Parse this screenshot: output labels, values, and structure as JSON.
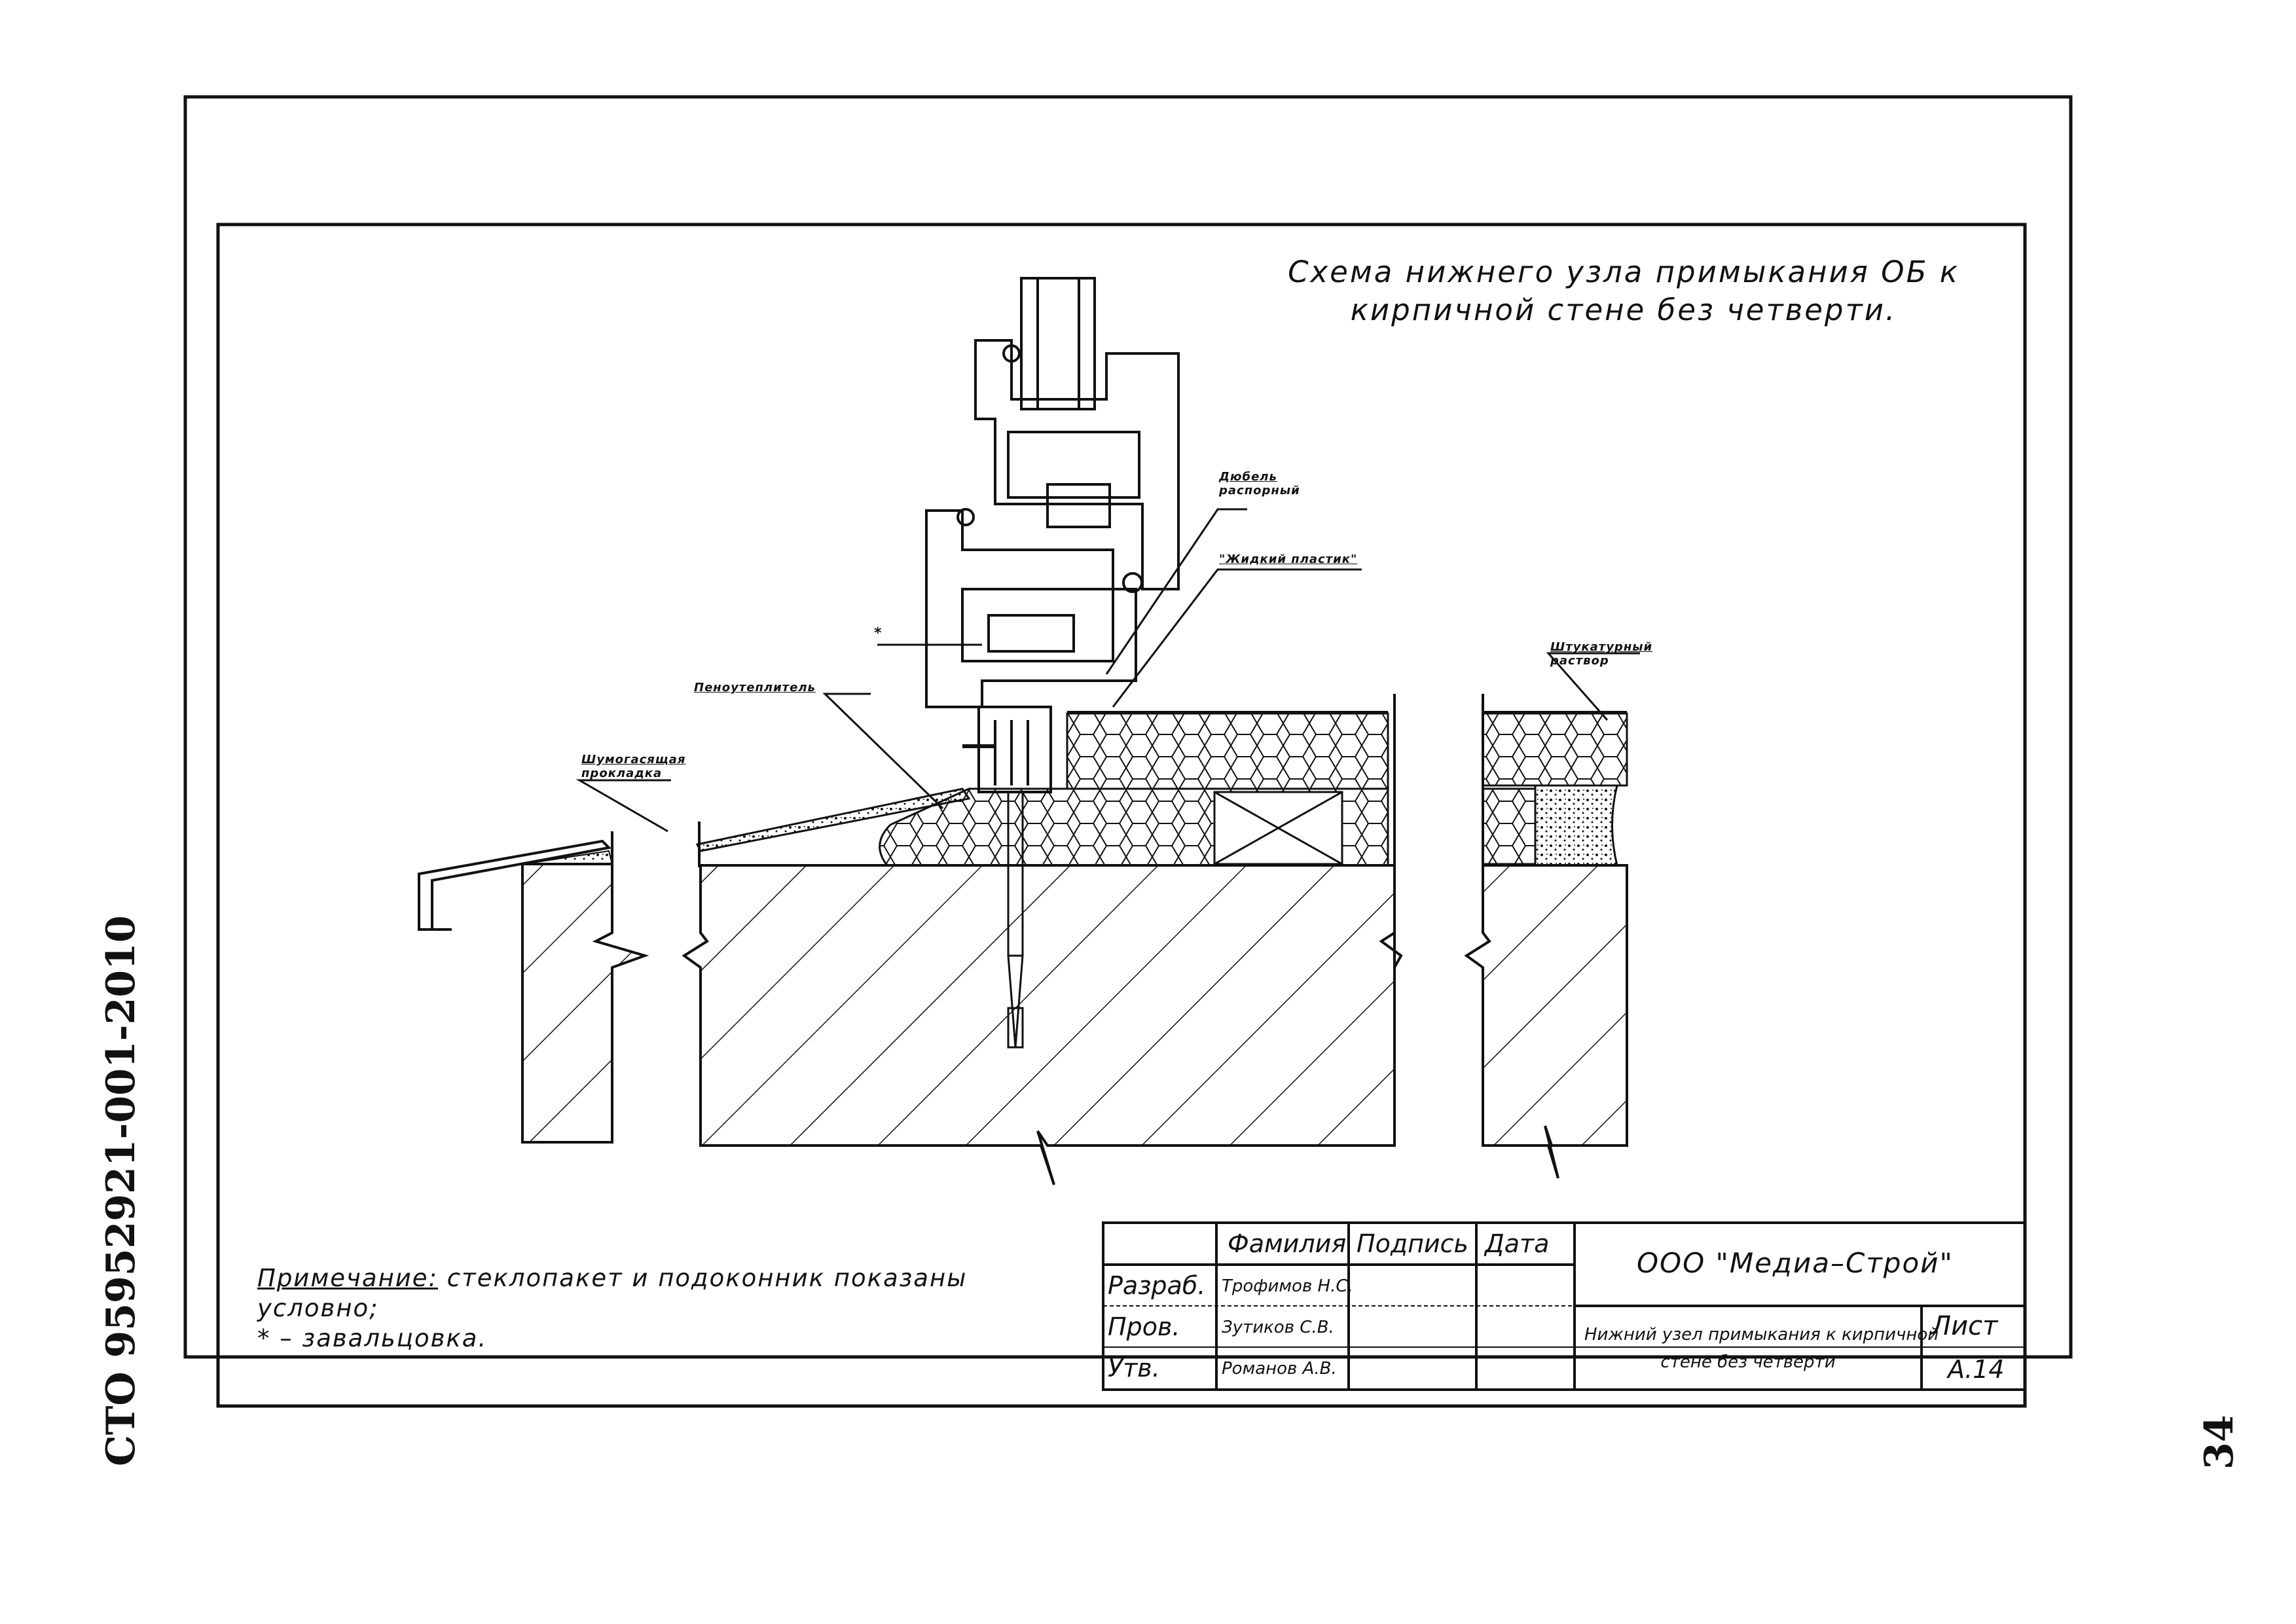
{
  "document": {
    "code": "СТО 95952921-001-2010",
    "page_number": "34",
    "title_line1": "Схема нижнего узла примыкания ОБ к",
    "title_line2": "кирпичной стене без четверти."
  },
  "labels": {
    "dowel_line1": "Дюбель",
    "dowel_line2": "распорный",
    "liquid_plastic": "\"Жидкий пластик\"",
    "star": "*",
    "foam": "Пеноутеплитель",
    "noise_line1": "Шумогасящая",
    "noise_line2": "прокладка",
    "plaster_line1": "Штукатурный",
    "plaster_line2": "раствор"
  },
  "note": {
    "heading": "Примечание:",
    "line1_rest": " стеклопакет и подоконник показаны",
    "line2": "условно;",
    "line3": "* – завальцовка."
  },
  "title_block": {
    "col_surname": "Фамилия",
    "col_signature": "Подпись",
    "col_date": "Дата",
    "rows": [
      {
        "role": "Разраб.",
        "name": "Трофимов Н.С."
      },
      {
        "role": "Пров.",
        "name": "Зутиков С.В."
      },
      {
        "role": "Утв.",
        "name": "Романов А.В."
      }
    ],
    "company": "ООО \"Медиа–Строй\"",
    "doc_name_line1": "Нижний узел примыкания к кирпичной",
    "doc_name_line2": "стене без четверти",
    "sheet_label": "Лист",
    "sheet_value": "А.14"
  }
}
